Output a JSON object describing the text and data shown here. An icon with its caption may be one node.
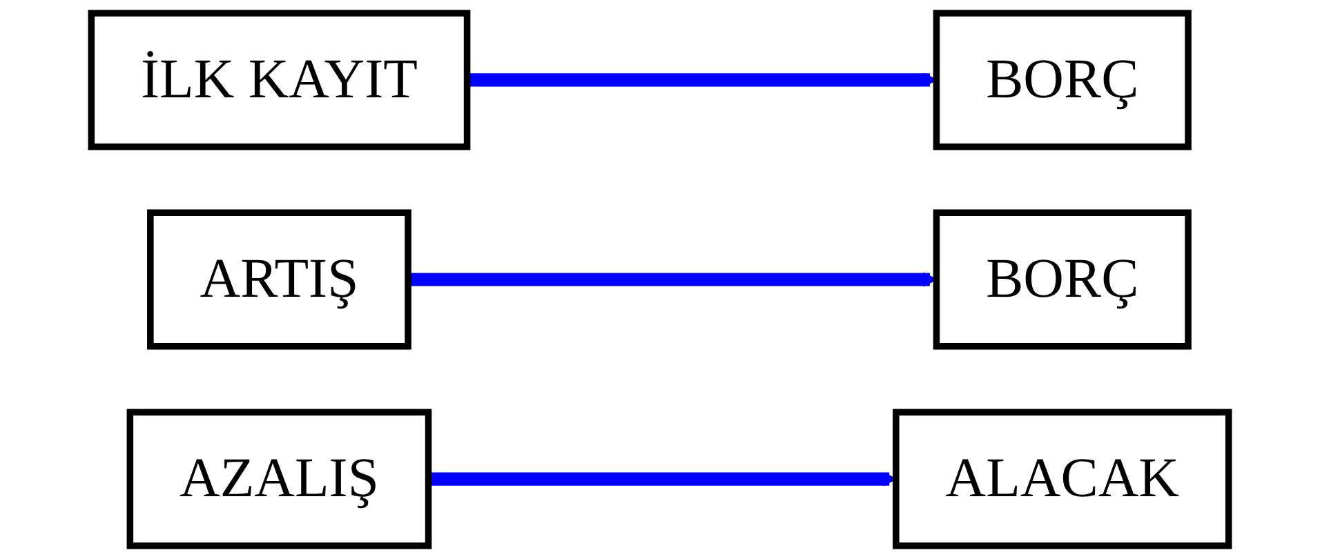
{
  "diagram": {
    "nodes": [
      {
        "text": [
          "İLK KAYIT"
        ]
      },
      {
        "text": [
          "BORÇ"
        ]
      },
      {
        "text": [
          "ARTIŞ"
        ]
      },
      {
        "text": [
          "BORÇ"
        ]
      },
      {
        "text": [
          "AZALIŞ"
        ]
      },
      {
        "text": [
          "ALACAK"
        ]
      }
    ],
    "edges": [
      {
        "from": 0,
        "to": 1,
        "arrow": "to"
      },
      {
        "from": 2,
        "to": 3,
        "arrow": "to"
      },
      {
        "from": 4,
        "to": 5,
        "arrow": "to"
      }
    ]
  }
}
